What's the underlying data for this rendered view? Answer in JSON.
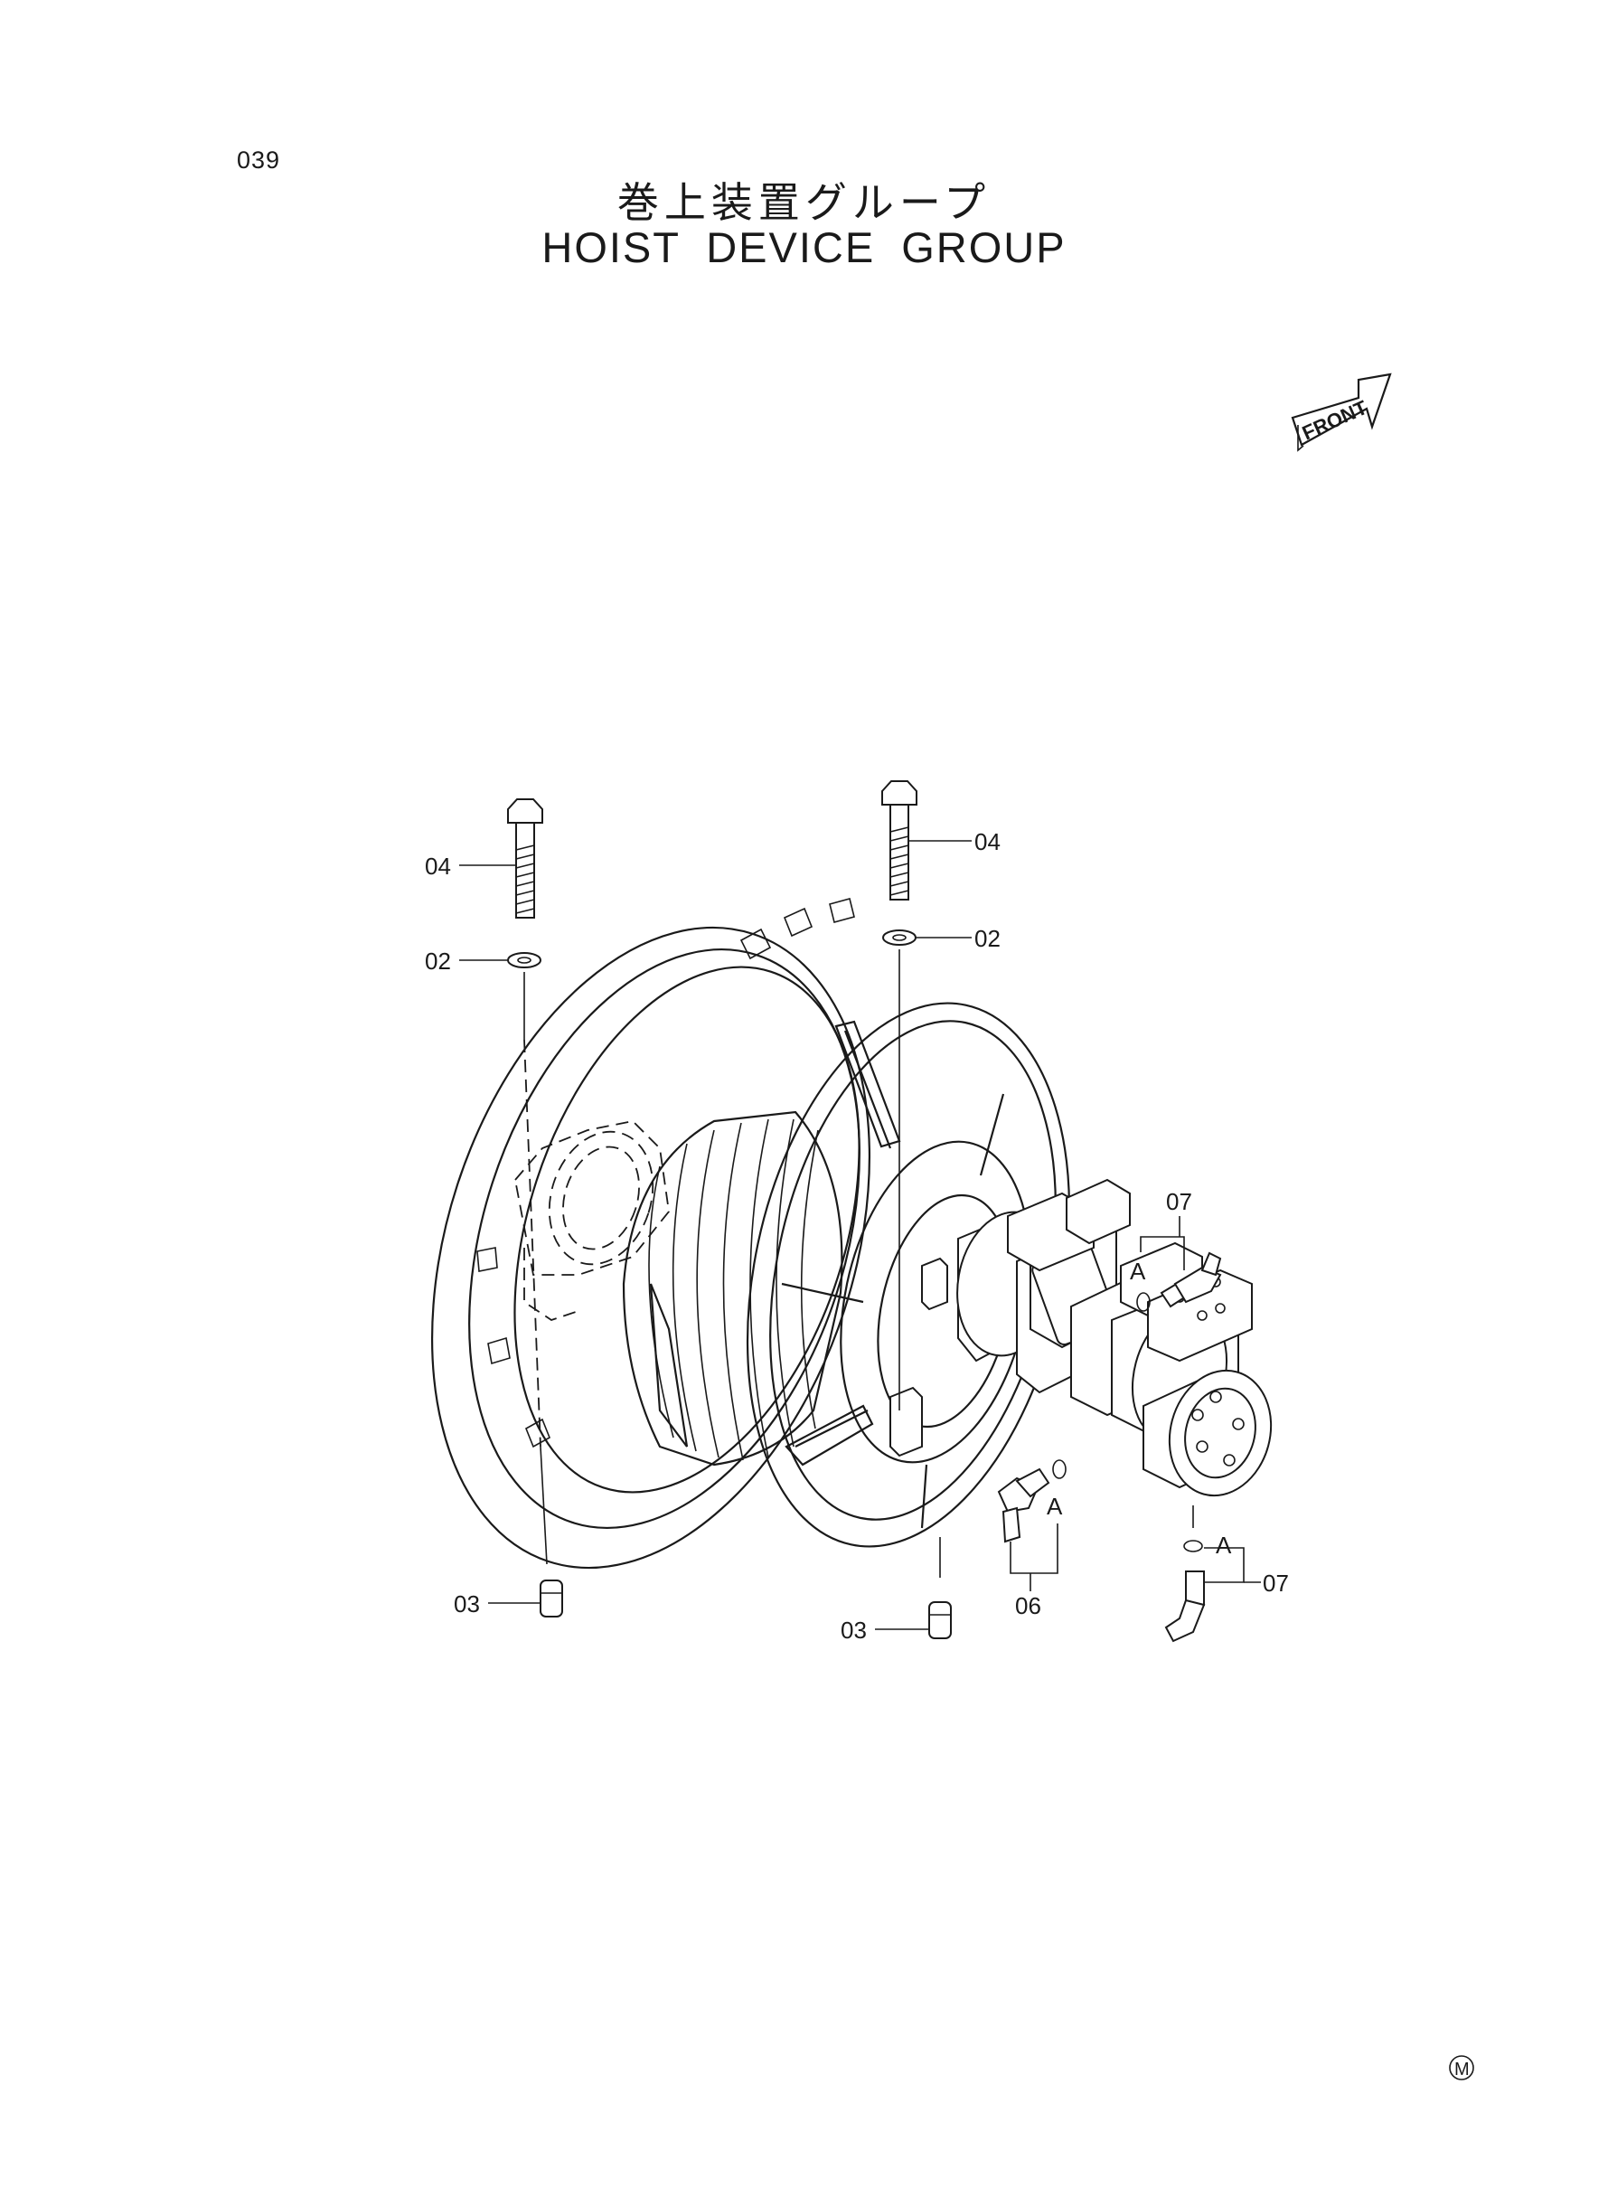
{
  "page_number": "039",
  "title_jp": "巻上装置グループ",
  "title_en": "HOIST DEVICE GROUP",
  "front_label": "FRONT",
  "trademark": "M",
  "callouts": {
    "bolt_left": "04",
    "bolt_right": "04",
    "washer_left": "02",
    "washer_right": "02",
    "nut_left": "03",
    "nut_right": "03",
    "elbow_lower": "06",
    "elbow_upper": "07",
    "elbow_right": "07",
    "ref_a_upper": "A",
    "ref_a_lower": "A",
    "ref_a_right": "A"
  }
}
